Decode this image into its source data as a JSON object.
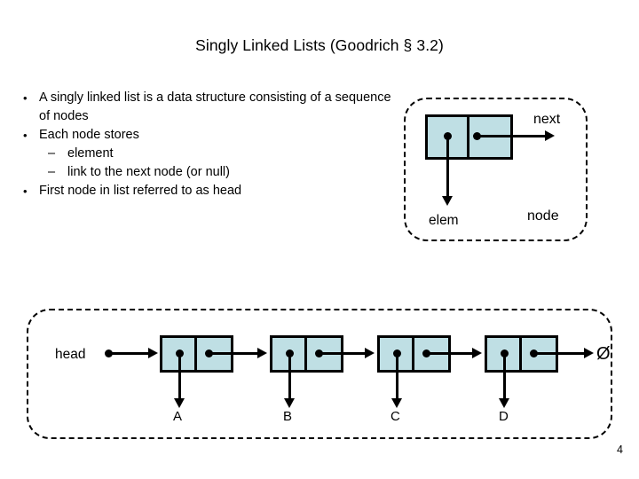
{
  "slide": {
    "title": "Singly Linked Lists (Goodrich § 3.2)",
    "page_number": "4",
    "background_color": "#ffffff",
    "node_fill_color": "#bfdfe4",
    "stroke_color": "#000000"
  },
  "bullets": [
    {
      "level": 1,
      "marker": "•",
      "text": "A singly linked list is a data structure consisting of a sequence of nodes"
    },
    {
      "level": 1,
      "marker": "•",
      "text": "Each node stores"
    },
    {
      "level": 2,
      "marker": "–",
      "text": "element"
    },
    {
      "level": 2,
      "marker": "–",
      "text": "link to the next node (or null)"
    },
    {
      "level": 1,
      "marker": "•",
      "text": "First node in list referred to as head"
    }
  ],
  "node_detail": {
    "next_label": "next",
    "elem_label": "elem",
    "node_label": "node"
  },
  "linked_list": {
    "head_label": "head",
    "null_label": "Ø",
    "nodes": [
      {
        "element": "A"
      },
      {
        "element": "B"
      },
      {
        "element": "C"
      },
      {
        "element": "D"
      }
    ]
  }
}
